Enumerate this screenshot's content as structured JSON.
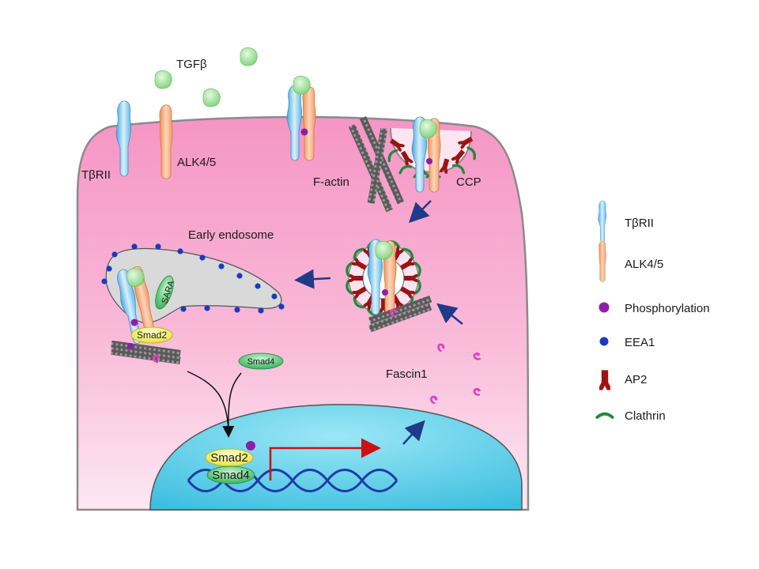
{
  "labels": {
    "tgfb": "TGFβ",
    "tbrii": "TβRII",
    "alk45": "ALK4/5",
    "factin": "F-actin",
    "ccp": "CCP",
    "early_endosome": "Early endosome",
    "fascin1": "Fascin1",
    "smad4_free": "Smad4",
    "sara": "SARA",
    "smad2_endo": "Smad2",
    "smad2_nuc": "Smad2",
    "smad4_nuc": "Smad4"
  },
  "legend": [
    {
      "icon": "receptor-tbrii-icon",
      "label": "TβRII"
    },
    {
      "icon": "receptor-alk-icon",
      "label": "ALK4/5"
    },
    {
      "icon": "phosphorylation-icon",
      "label": "Phosphorylation"
    },
    {
      "icon": "eea1-icon",
      "label": "EEA1"
    },
    {
      "icon": "ap2-icon",
      "label": "AP2"
    },
    {
      "icon": "clathrin-icon",
      "label": "Clathrin"
    }
  ],
  "colors": {
    "cell_fill": "#f7a8cf",
    "membrane": "#8a8a8a",
    "nucleus": "#5fd0ea",
    "tbrii": "#7cc8ee",
    "alk": "#f6a878",
    "tgfb": "#8fdc8c",
    "phospho": "#8e1ea8",
    "eea1": "#1a3bbf",
    "ap2": "#9b1414",
    "clathrin": "#1f8a3a",
    "fascin": "#e040c0",
    "arrow_blue": "#1f3a8a",
    "arrow_red": "#cc1111",
    "smad2": "#f4f06a",
    "smad4": "#43c46a"
  }
}
